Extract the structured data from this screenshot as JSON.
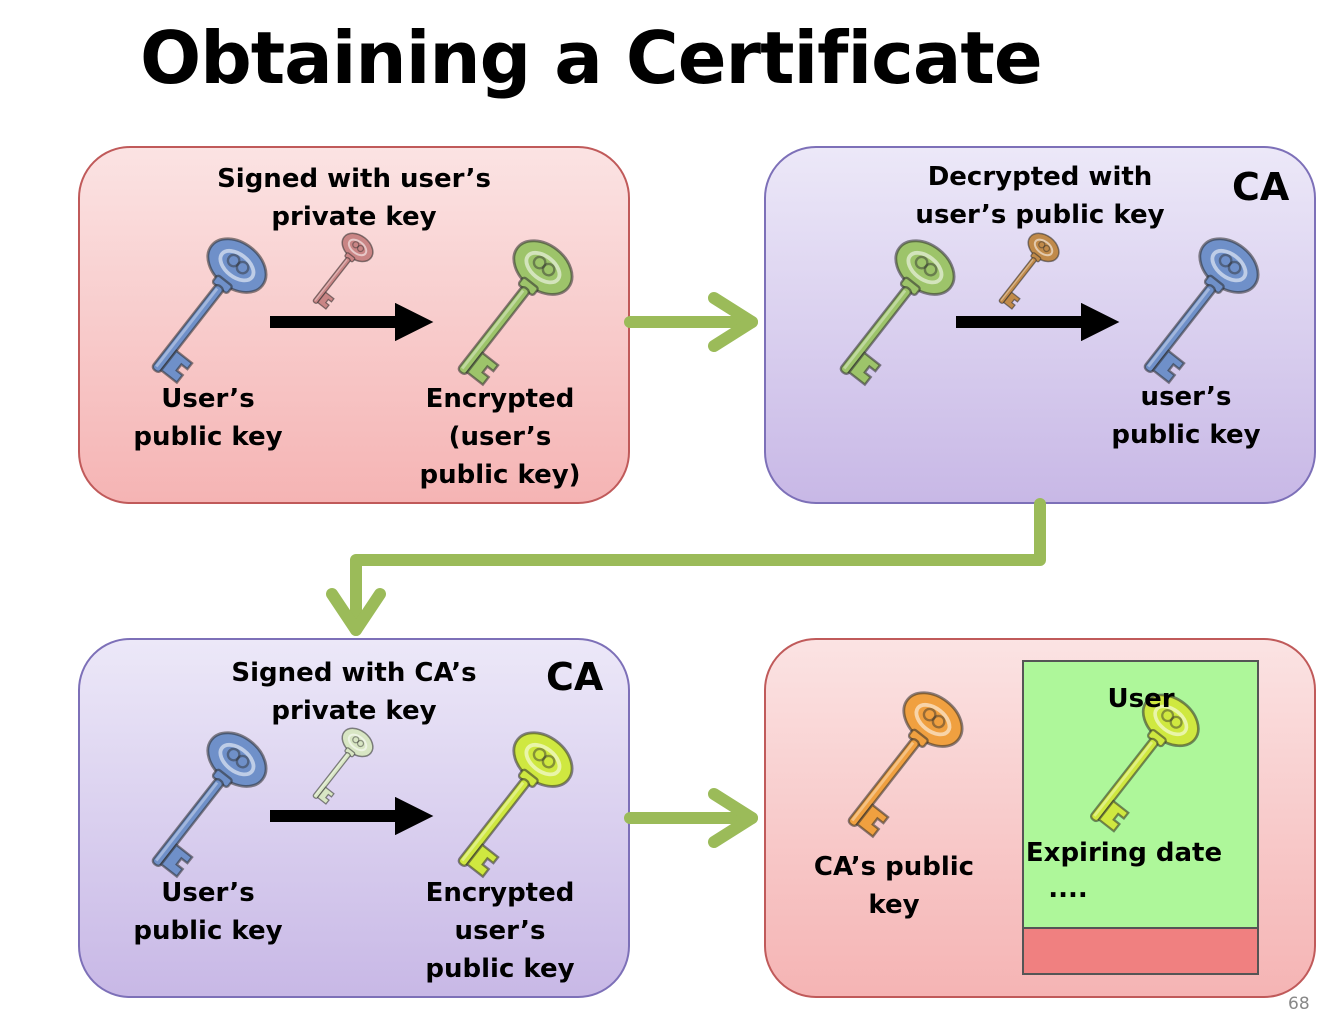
{
  "title": "Obtaining a Certificate",
  "page_number": "68",
  "step1": {
    "signed_line1": "Signed with user’s",
    "signed_line2": "private key",
    "source_line1": "User’s",
    "source_line2": "public key",
    "result_line1": "Encrypted",
    "result_line2": "(user’s",
    "result_line3": "public key)"
  },
  "step2": {
    "ca": "CA",
    "decrypted_line1": "Decrypted with",
    "decrypted_line2": "user’s public key",
    "result_line1": "user’s",
    "result_line2": "public key"
  },
  "step3": {
    "ca": "CA",
    "signed_line1": "Signed with CA’s",
    "signed_line2": "private key",
    "source_line1": "User’s",
    "source_line2": "public key",
    "result_line1": "Encrypted",
    "result_line2": "user’s",
    "result_line3": "public key"
  },
  "step4": {
    "ca_key_line1": "CA’s public",
    "ca_key_line2": "key",
    "cert_user": "User",
    "cert_expiring": "Expiring date",
    "cert_more": "...."
  },
  "colors": {
    "flow_arrow": "#9bbb59",
    "key_blue": "#6f90c9",
    "key_green": "#9dc46a",
    "key_lime": "#cfe840",
    "key_pink": "#c98585",
    "key_orange": "#f0a040",
    "key_brown": "#c08a4a",
    "key_pale": "#d8e6c4",
    "cert_body": "#aef79a",
    "cert_signature": "#f08080"
  }
}
